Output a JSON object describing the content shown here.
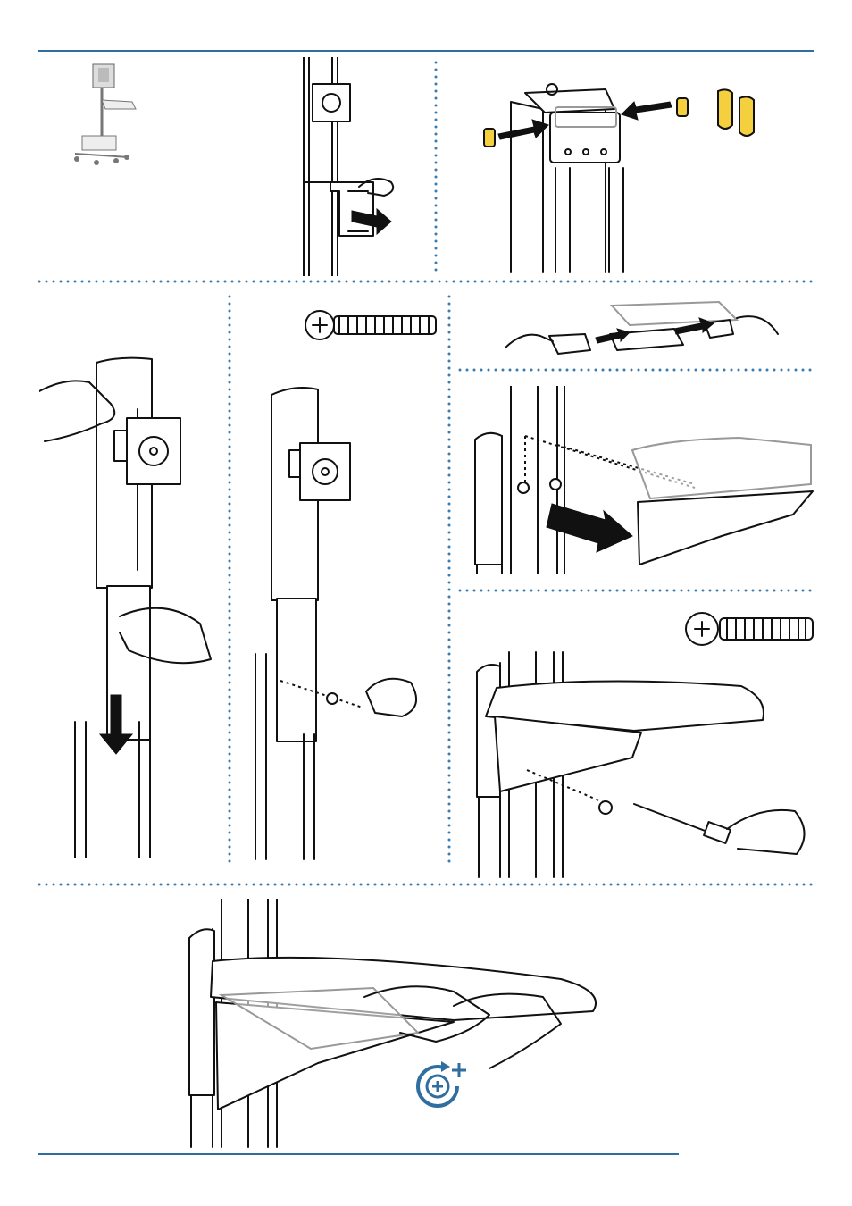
{
  "page": {
    "accent_color": "#2f6e9e",
    "dot_color": "#3a7bb0",
    "highlight_color": "#f4d03f"
  },
  "figures": [
    {
      "id": "cart-overview",
      "icon": "cart-icon"
    },
    {
      "id": "remove-cover",
      "icon": "column-icon"
    },
    {
      "id": "bumpers",
      "icon": "bumper-icon"
    },
    {
      "id": "lower-column",
      "icon": "hand-icon"
    },
    {
      "id": "insert-screw",
      "icon": "screw-icon"
    },
    {
      "id": "tray-bracket",
      "icon": "tray-icon"
    },
    {
      "id": "attach-tray",
      "icon": "tray-icon"
    },
    {
      "id": "fasten-tray",
      "icon": "screwdriver-icon"
    },
    {
      "id": "tighten",
      "icon": "rotate-plus-icon"
    }
  ]
}
